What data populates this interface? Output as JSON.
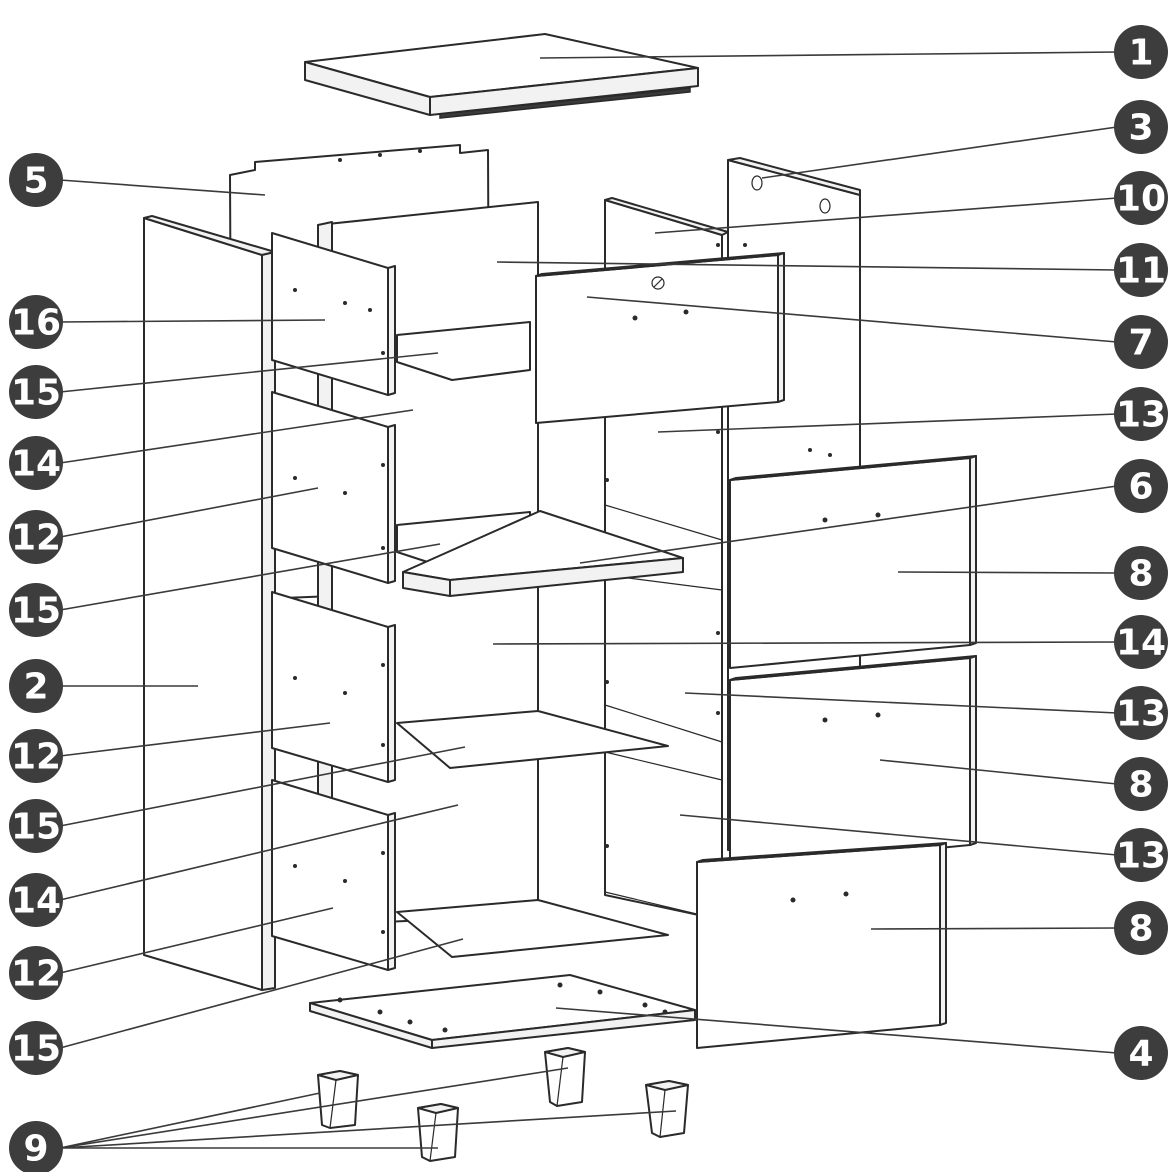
{
  "callouts": [
    {
      "id": "c1",
      "label": "1"
    },
    {
      "id": "c3",
      "label": "3"
    },
    {
      "id": "c10",
      "label": "10"
    },
    {
      "id": "c11",
      "label": "11"
    },
    {
      "id": "c7",
      "label": "7"
    },
    {
      "id": "c13a",
      "label": "13"
    },
    {
      "id": "c6",
      "label": "6"
    },
    {
      "id": "c8a",
      "label": "8"
    },
    {
      "id": "c14b",
      "label": "14"
    },
    {
      "id": "c13b",
      "label": "13"
    },
    {
      "id": "c8b",
      "label": "8"
    },
    {
      "id": "c13c",
      "label": "13"
    },
    {
      "id": "c8c",
      "label": "8"
    },
    {
      "id": "c4",
      "label": "4"
    },
    {
      "id": "c5",
      "label": "5"
    },
    {
      "id": "c16",
      "label": "16"
    },
    {
      "id": "c15a",
      "label": "15"
    },
    {
      "id": "c14a",
      "label": "14"
    },
    {
      "id": "c12a",
      "label": "12"
    },
    {
      "id": "c15b",
      "label": "15"
    },
    {
      "id": "c2",
      "label": "2"
    },
    {
      "id": "c12b",
      "label": "12"
    },
    {
      "id": "c15c",
      "label": "15"
    },
    {
      "id": "c14c",
      "label": "14"
    },
    {
      "id": "c12c",
      "label": "12"
    },
    {
      "id": "c15d",
      "label": "15"
    },
    {
      "id": "c9",
      "label": "9"
    }
  ],
  "colors": {
    "badge": "#3d3d3d",
    "line": "#2a2a2a"
  }
}
